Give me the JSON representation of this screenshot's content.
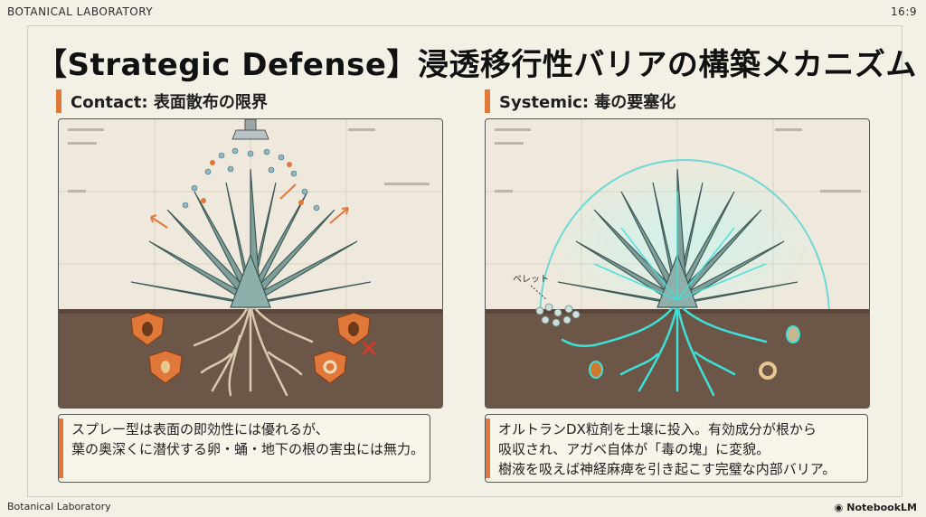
{
  "header": {
    "lab_label": "BOTANICAL LABORATORY",
    "aspect": "16:9"
  },
  "title": "【Strategic Defense】浸透移行性バリアの構築メカニズム",
  "left": {
    "heading": "Contact: 表面散布の限界",
    "caption_lines": [
      "スプレー型は表面の即効性には優れるが、",
      "葉の奥深くに潜伏する卵・蛹・地下の根の害虫には無力。"
    ]
  },
  "right": {
    "heading": "Systemic: 毒の要塞化",
    "pellet_label": "ペレット",
    "caption_lines": [
      "オルトランDX粒剤を土壌に投入。有効成分が根から",
      "吸収され、アガベ自体が「毒の塊」に変貌。",
      "樹液を吸えば神経麻痺を引き起こす完璧な内部バリア。"
    ]
  },
  "footer": {
    "lab_label": "Botanical Laboratory",
    "brand": "NotebookLM"
  },
  "colors": {
    "accent": "#e0783a",
    "plant": "#7fa09a",
    "soil": "#6b5647",
    "glow": "#3fe0d8"
  }
}
